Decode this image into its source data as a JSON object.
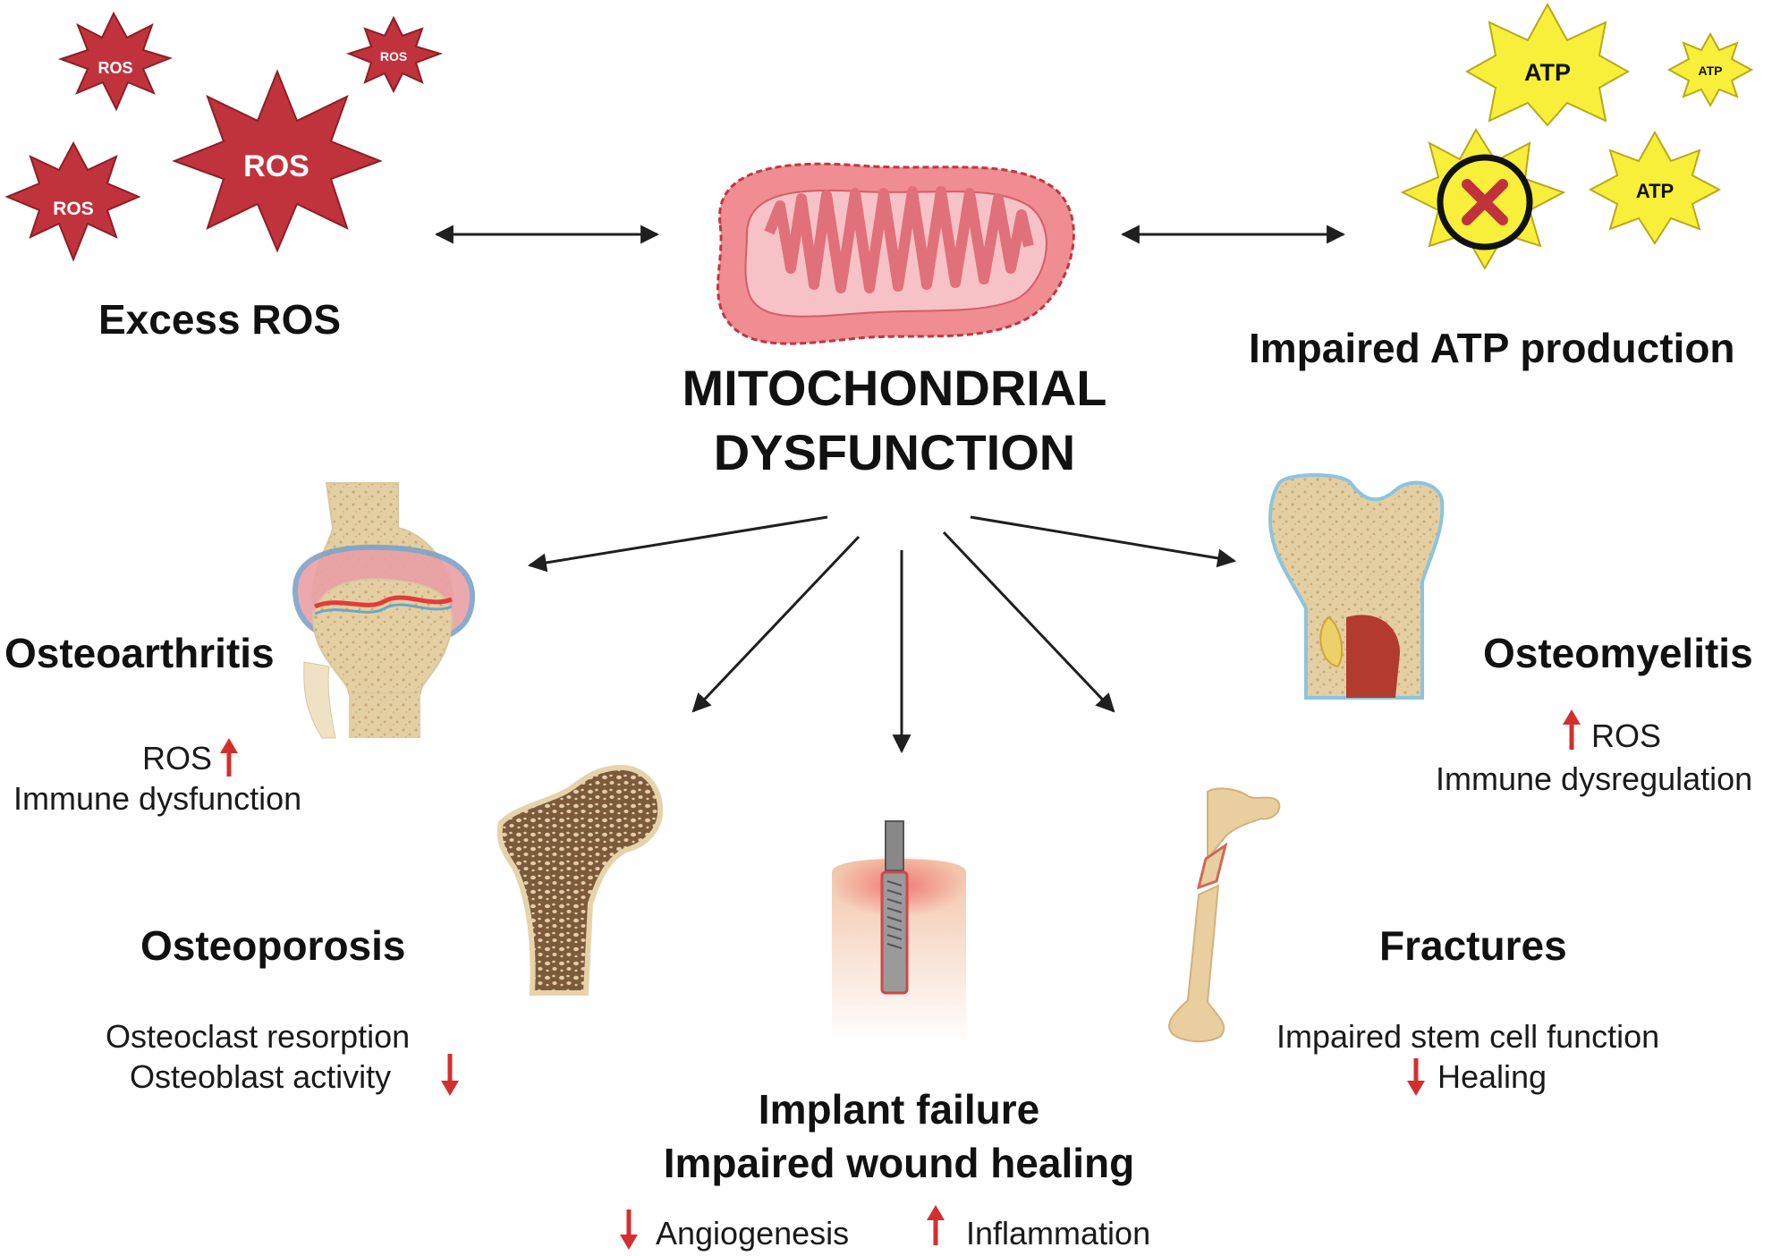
{
  "center": {
    "title_line1": "MITOCHONDRIAL",
    "title_line2": "DYSFUNCTION"
  },
  "top_left": {
    "label": "Excess ROS",
    "stars": [
      "ROS",
      "ROS",
      "ROS",
      "ROS"
    ]
  },
  "top_right": {
    "label": "Impaired ATP production",
    "stars": [
      "ATP",
      "ATP",
      "ATP"
    ]
  },
  "osteoarthritis": {
    "title": "Osteoarthritis",
    "line1": "ROS",
    "line2": "Immune dysfunction"
  },
  "osteoporosis": {
    "title": "Osteoporosis",
    "line1": "Osteoclast resorption",
    "line2": "Osteoblast activity"
  },
  "implant": {
    "title_line1": "Implant failure",
    "title_line2": "Impaired wound healing",
    "effect1": "Angiogenesis",
    "effect2": "Inflammation"
  },
  "fractures": {
    "title": "Fractures",
    "line1": "Impaired stem cell function",
    "line2": "Healing"
  },
  "osteomyelitis": {
    "title": "Osteomyelitis",
    "line1": "ROS",
    "line2": "Immune dysregulation"
  },
  "colors": {
    "ros_star": "#c1333c",
    "atp_star": "#f7ef3a",
    "mito_fill": "#ef8d93",
    "mito_inner": "#f6c2c5",
    "arrow": "#1f1f1f",
    "indicator_red": "#d2302e",
    "bone": "#e6d2aa",
    "bone_spongy": "#8a6645"
  }
}
